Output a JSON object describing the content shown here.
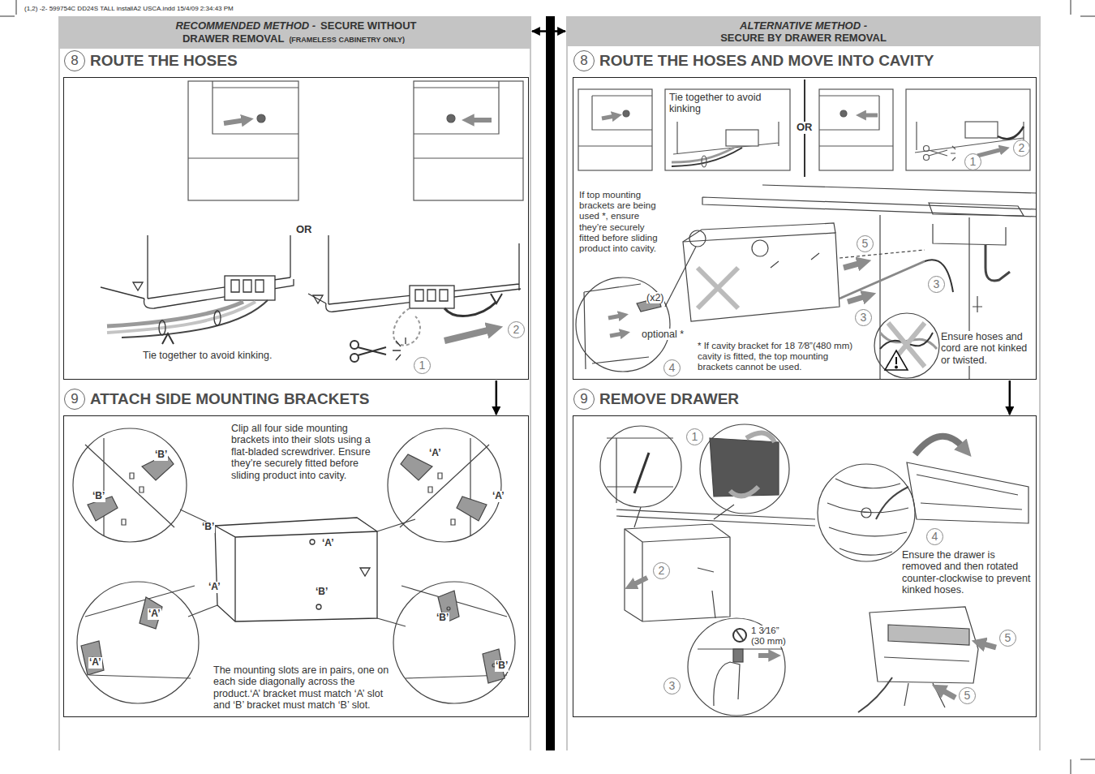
{
  "diagram": {
    "nodes": [
      {
        "text": [
          "RECOMMENDED METHOD -",
          "SECURE WITHOUT DRAWER REMOVAL",
          "(FRAMELESS CABINETRY ONLY)"
        ]
      },
      {
        "text": [
          "ALTERNATIVE METHOD -",
          "SECURE BY DRAWER REMOVAL"
        ]
      },
      {
        "text": [
          "8",
          "ROUTE THE HOSES"
        ]
      },
      {
        "text": [
          "8",
          "ROUTE THE HOSES AND MOVE INTO CAVITY"
        ]
      },
      {
        "text": [
          "9",
          "ATTACH SIDE MOUNTING BRACKETS"
        ]
      },
      {
        "text": [
          "9",
          "REMOVE DRAWER"
        ]
      }
    ],
    "edges": [
      {
        "from": 0,
        "to": 1,
        "arrow": "both"
      },
      {
        "from": 2,
        "to": 4,
        "arrow": "to"
      },
      {
        "from": 3,
        "to": 5,
        "arrow": "to"
      }
    ],
    "labels": [
      "(1,2) -2- 599754C DD24S TALL installA2 USCA.indd 15/4/09 2:34:43 PM",
      "OR",
      "Tie together to avoid kinking.",
      "2",
      "1",
      "Clip all four side mounting brackets into their slots using a flat-bladed screwdriver. Ensure they’re securely fitted before sliding product into cavity.",
      "‘B’",
      "‘A’",
      "‘B’",
      "‘A’",
      "‘B’",
      "‘A’",
      "‘A’",
      "‘B’",
      "‘A’",
      "‘B’",
      "‘A’",
      "‘B’",
      "The mounting slots are in pairs, one on each side diagonally across the product.‘A’ bracket must match ‘A’ slot and ‘B’ bracket must match ‘B’ slot.",
      "Tie together to avoid kinking",
      "OR",
      "2",
      "1",
      "If top mounting brackets are being used *, ensure they’re securely fitted before sliding product into cavity.",
      "5",
      "3",
      "(x2)",
      "3",
      "optional *",
      "Ensure hoses and cord are not kinked or twisted.",
      "* If cavity bracket for 18 7⁄8”(480 mm) cavity is fitted, the top mounting brackets cannot be used.",
      "4",
      "1",
      "4",
      "Ensure the drawer is removed and then rotated counter-clockwise to prevent kinked hoses.",
      "2",
      "1 3⁄16” (30 mm)",
      "5",
      "3",
      "5"
    ]
  }
}
